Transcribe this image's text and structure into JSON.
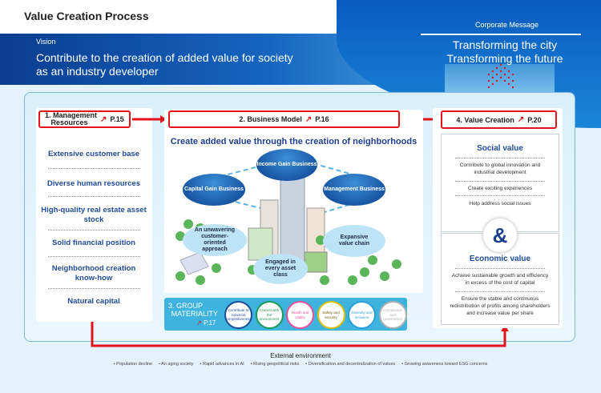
{
  "header": {
    "title": "Value Creation Process"
  },
  "vision": {
    "label": "Vision",
    "text_line1": "Contribute to the creation of added value for society",
    "text_line2": "as an industry developer"
  },
  "corporate_message": {
    "label": "Corporate Message",
    "line1": "Transforming the city",
    "line2": "Transforming the future"
  },
  "management_resources": {
    "title_line1": "1. Management",
    "title_line2": "Resources",
    "page": "P.15",
    "items": [
      "Extensive customer base",
      "Diverse human resources",
      "High-quality real estate asset stock",
      "Solid financial position",
      "Neighborhood creation know-how",
      "Natural capital"
    ]
  },
  "business_model": {
    "title": "2. Business Model",
    "page": "P.16",
    "headline": "Create added value through the creation of neighborhoods",
    "businesses": [
      "Income Gain Business",
      "Capital Gain Business",
      "Management Business"
    ],
    "strengths": [
      "An unwavering customer-oriented approach",
      "Expansive value chain",
      "Engaged in every asset class"
    ]
  },
  "materiality": {
    "title_line1": "3. GROUP",
    "title_line2": "MATERIALITY",
    "page": "P.17",
    "items": [
      {
        "label": "Contribute to industrial competitiveness",
        "color": "#1e4c9a"
      },
      {
        "label": "Coexist with the environment",
        "color": "#1a9a5a"
      },
      {
        "label": "Health and vitality",
        "color": "#e8509a"
      },
      {
        "label": "Safety and security",
        "color": "#e0c000"
      },
      {
        "label": "Diversity and inclusion",
        "color": "#2a9fd8"
      },
      {
        "label": "Compliance and governance",
        "color": "#b0b0b0"
      }
    ]
  },
  "value_creation": {
    "title": "4. Value Creation",
    "page": "P.20",
    "social": {
      "title": "Social value",
      "items": [
        "Contribute to global innovation and industrial development",
        "Create exciting experiences",
        "Help address social issues"
      ]
    },
    "economic": {
      "title": "Economic value",
      "items": [
        "Achieve sustainable growth and efficiency in excess of the cost of capital",
        "Ensure the stable and continuous redistribution of profits among shareholders and increase value per share"
      ]
    }
  },
  "external": {
    "title": "External environment",
    "items": [
      "Population decline",
      "An aging society",
      "Rapid advances in AI",
      "Rising geopolitical risks",
      "Diversification and decentralization of values",
      "Growing awareness toward ESG concerns"
    ]
  },
  "colors": {
    "accent_red": "#e3131b",
    "navy": "#1e4c9a",
    "materiality_bar": "#3db3dd"
  }
}
